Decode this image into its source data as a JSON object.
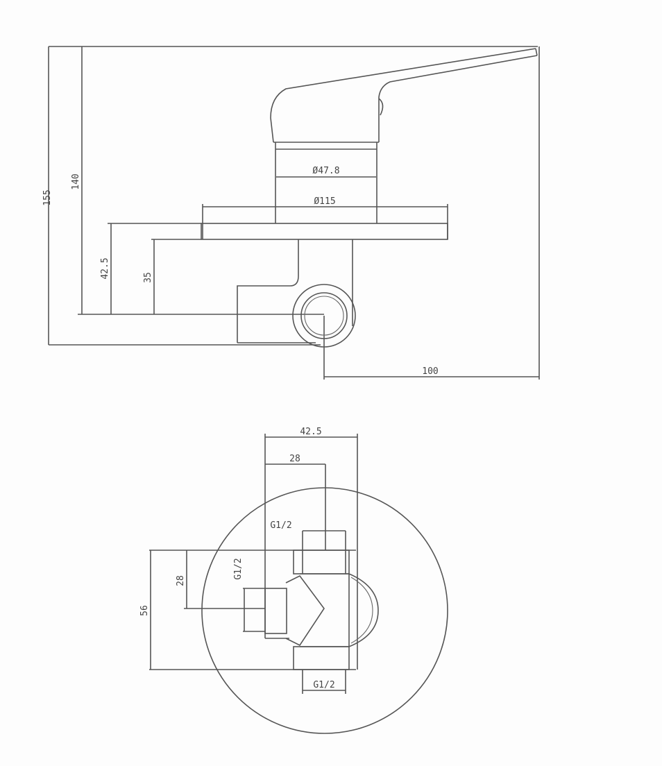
{
  "side_view": {
    "dims": {
      "total_height": "155",
      "height_140": "140",
      "height_42_5": "42.5",
      "height_35": "35",
      "body_diameter": "Ø47.8",
      "plate_diameter": "Ø115",
      "lever_reach": "100"
    }
  },
  "front_view": {
    "dims": {
      "width_42_5": "42.5",
      "width_28": "28",
      "thread_top": "G1/2",
      "thread_left": "G1/2",
      "height_28": "28",
      "height_56": "56",
      "thread_bottom": "G1/2"
    }
  }
}
